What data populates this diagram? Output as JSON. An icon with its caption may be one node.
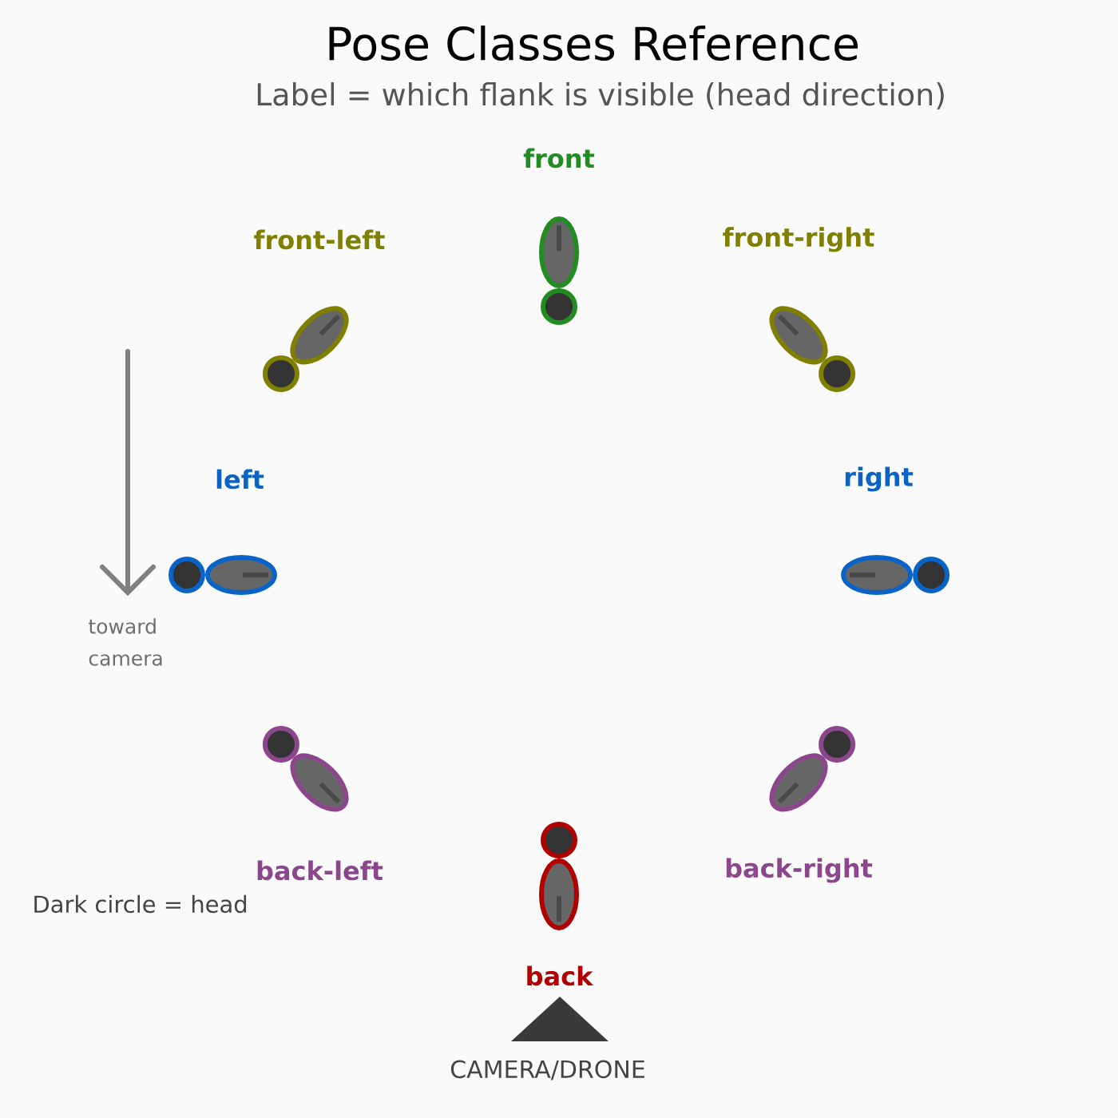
{
  "diagram": {
    "title": "Pose Classes Reference",
    "nodes": [
      {
        "text": [
          "front"
        ]
      },
      {
        "text": [
          "front-left"
        ]
      },
      {
        "text": [
          "front-right"
        ]
      },
      {
        "text": [
          "left"
        ]
      },
      {
        "text": [
          "right"
        ]
      },
      {
        "text": [
          "back-left"
        ]
      },
      {
        "text": [
          "back-right"
        ]
      },
      {
        "text": [
          "back"
        ]
      },
      {
        "text": [
          "CAMERA/DRONE"
        ]
      }
    ],
    "labels": [
      "Label = which flank is visible (head direction)",
      "toward camera",
      "Dark circle = head"
    ]
  }
}
